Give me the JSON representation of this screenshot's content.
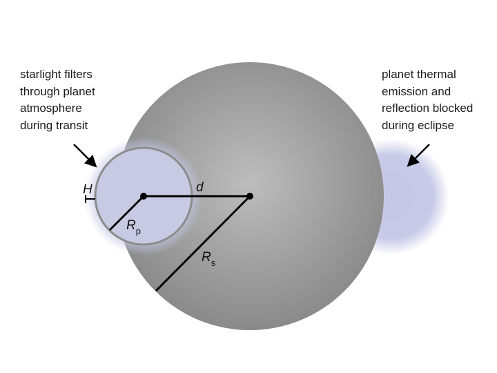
{
  "captions": {
    "transit": [
      "starlight filters",
      "through planet",
      "atmosphere",
      "during transit"
    ],
    "eclipse": [
      "planet thermal",
      "emission and",
      "reflection blocked",
      "during eclipse"
    ]
  },
  "labels": {
    "scale_height": "H",
    "separation": "d",
    "planet_radius": {
      "symbol": "R",
      "subscript": "p"
    },
    "star_radius": {
      "symbol": "R",
      "subscript": "s"
    }
  },
  "colors": {
    "star_center": "#bdbdbd",
    "star_edge": "#8a8a8a",
    "planet_fill": "#c8cae4",
    "planet_glow": "#c5c7e6",
    "planet_outline": "#8c8c8c",
    "line": "#000000"
  }
}
